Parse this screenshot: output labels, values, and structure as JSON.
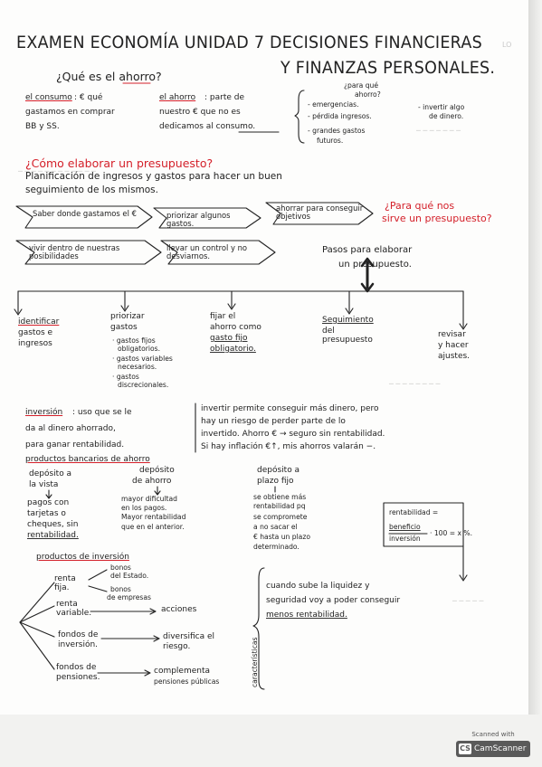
{
  "title_line1": "EXAMEN ECONOMÍA UNIDAD 7 DECISIONES FINANCIERAS",
  "title_line2": "Y FINANZAS PERSONALES.",
  "q_ahorro": "¿Qué es el ahorro?",
  "consumo_term": "el consumo",
  "consumo_def": [
    ": € qué",
    "gastamos en comprar",
    "BB y SS."
  ],
  "ahorro_term": "el ahorro",
  "ahorro_def": [
    ": parte de",
    "nuestro € que no es",
    "dedicamos al consumo."
  ],
  "para_que_ahorro": [
    "¿para qué",
    "ahorro?"
  ],
  "ahorro_reasons": [
    "- emergencias.",
    "- pérdida ingresos.",
    "- grandes gastos",
    "futuros."
  ],
  "invertir_reason": [
    "- invertir algo",
    "de dinero."
  ],
  "q_presupuesto": "¿Cómo elaborar un presupuesto?",
  "planificacion": [
    "Planificación de ingresos y gastos para hacer un buen",
    "seguimiento de los mismos."
  ],
  "arrows_row1": [
    "Saber donde gastamos el €",
    "priorizar algunos gastos.",
    "ahorrar para conseguir objetivos"
  ],
  "q_para_que_sirve": [
    "¿Para qué nos",
    "sirve un presupuesto?"
  ],
  "arrows_row2": [
    "vivir dentro de nuestras posibilidades",
    "llevar un control y no desviarnos."
  ],
  "pasos_title": [
    "Pasos para elaborar",
    "un presupuesto."
  ],
  "pasos": [
    {
      "lines": [
        "identificar",
        "gastos e",
        "ingresos"
      ]
    },
    {
      "lines": [
        "priorizar",
        "gastos"
      ]
    },
    {
      "lines": [
        "fijar el",
        "ahorro como",
        "gasto fijo",
        "obligatorio."
      ]
    },
    {
      "lines": [
        "Seguimiento",
        "del",
        "presupuesto"
      ]
    },
    {
      "lines": [
        "revisar",
        "y hacer",
        "ajustes."
      ]
    }
  ],
  "gastos_tipos": [
    "· gastos fijos",
    "obligatorios.",
    "· gastos variables",
    "necesarios.",
    "· gastos",
    "discrecionales."
  ],
  "inversion_term": "inversión",
  "inversion_def": [
    ": uso que se le",
    "da al dinero ahorrado,",
    "para ganar rentabilidad."
  ],
  "inversion_riesgo": [
    "invertir permite conseguir más dinero, pero",
    "hay un riesgo de perder parte de lo",
    "invertido. Ahorro € → seguro sin rentabilidad.",
    "Si hay inflación €↑, mis ahorros valarán −."
  ],
  "productos_ahorro_title": "productos bancarios de ahorro",
  "deposito_vista": [
    "depósito a",
    "la vista"
  ],
  "deposito_vista_desc": [
    "pagos con",
    "tarjetas o",
    "cheques, sin",
    "rentabilidad."
  ],
  "deposito_ahorro": [
    "depósito",
    "de ahorro"
  ],
  "deposito_ahorro_desc": [
    "mayor dificultad",
    "en los pagos.",
    "Mayor rentabilidad",
    "que en el anterior."
  ],
  "deposito_plazo": [
    "depósito a",
    "plazo fijo"
  ],
  "deposito_plazo_desc": [
    "se obtiene más",
    "rentabilidad pq",
    "se compromete",
    "a no sacar el",
    "€ hasta un plazo",
    "determinado."
  ],
  "formula": {
    "left": "rentabilidad =",
    "num": "beneficio",
    "den": "inversión",
    "right": "· 100 = x %."
  },
  "productos_inversion_title": "productos de inversión",
  "renta_fija": [
    "renta",
    "fija."
  ],
  "bonos_estado": [
    "bonos",
    "del Estado."
  ],
  "bonos_empresas": [
    "bonos",
    "de empresas"
  ],
  "renta_variable": [
    "renta",
    "variable."
  ],
  "acciones": "acciones",
  "fondos_inversion": [
    "fondos de",
    "inversión."
  ],
  "diversifica": [
    "diversifica el",
    "riesgo."
  ],
  "fondos_pensiones": [
    "fondos de",
    "pensiones."
  ],
  "complementa": [
    "complementa",
    "pensiones públicas"
  ],
  "caracteristicas": "características",
  "cuando_sube": [
    "cuando sube la liquidez y",
    "seguridad voy a poder conseguir",
    "menos rentabilidad."
  ],
  "scanner_top": "Scanned with",
  "scanner_logo": "CS",
  "scanner_name": "CamScanner"
}
